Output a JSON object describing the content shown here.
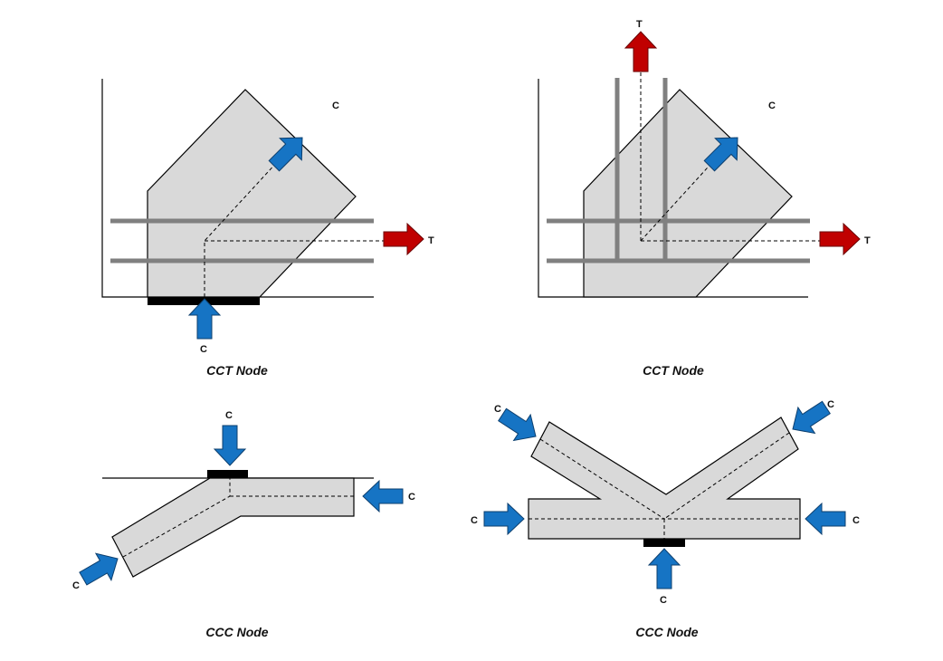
{
  "colors": {
    "compression_arrow": "#1674c4",
    "tension_arrow": "#c00000",
    "node_fill": "#d9d9d9",
    "rebar": "#808080",
    "bearing_plate": "#000000"
  },
  "panels": {
    "top_left": {
      "caption": "CCT Node",
      "labels": {
        "c_upper": "C",
        "t_right": "T",
        "c_bottom": "C"
      }
    },
    "top_right": {
      "caption": "CCT Node",
      "labels": {
        "t_top": "T",
        "c_upper": "C",
        "t_right": "T"
      }
    },
    "bottom_left": {
      "caption": "CCC Node",
      "labels": {
        "c_top": "C",
        "c_right": "C",
        "c_lower_left": "C"
      }
    },
    "bottom_right": {
      "caption": "CCC Node",
      "labels": {
        "c_upper_left": "C",
        "c_upper_right": "C",
        "c_left": "C",
        "c_right": "C",
        "c_bottom": "C"
      }
    }
  }
}
